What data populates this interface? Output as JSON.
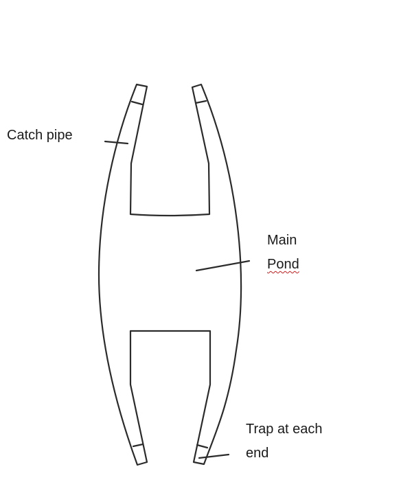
{
  "labels": {
    "catch_pipe": "Catch pipe",
    "main_line1": "Main",
    "main_line2": "Pond",
    "trap_line1": "Trap at each",
    "trap_line2": "end"
  },
  "colors": {
    "stroke": "#2b2b2b",
    "text": "#1a1a1a",
    "spellcheck": "#d11a1a"
  }
}
